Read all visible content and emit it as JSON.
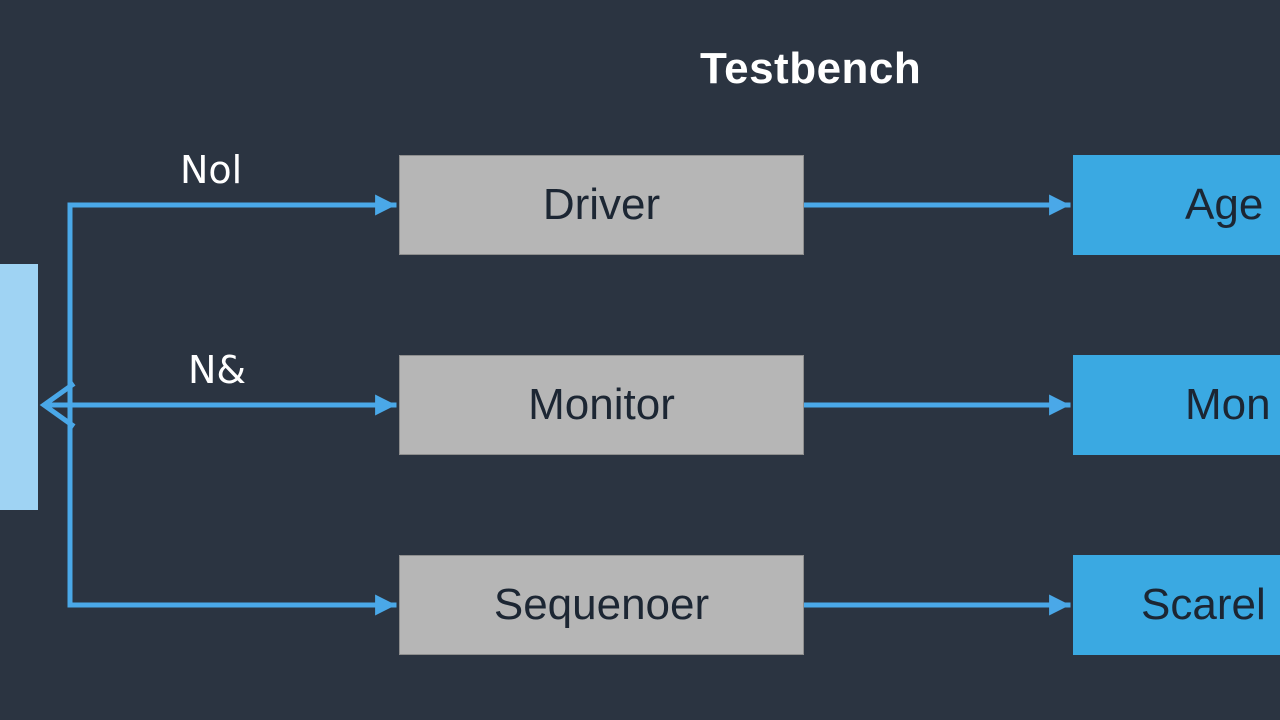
{
  "title": "Testbench",
  "edge_labels": {
    "top": "Nol",
    "middle": "N&"
  },
  "nodes": {
    "driver": "Driver",
    "monitor": "Monitor",
    "sequencer": "Sequenoer",
    "agent_partial": "Age",
    "monitor_partial": "Mon",
    "scoreboard_partial": "Scarel"
  },
  "colors": {
    "background": "#2b3441",
    "connector": "#4aa8e8",
    "gray_box": "#b6b6b6",
    "blue_box": "#3aa9e2",
    "source_block": "#9fd3f3"
  }
}
